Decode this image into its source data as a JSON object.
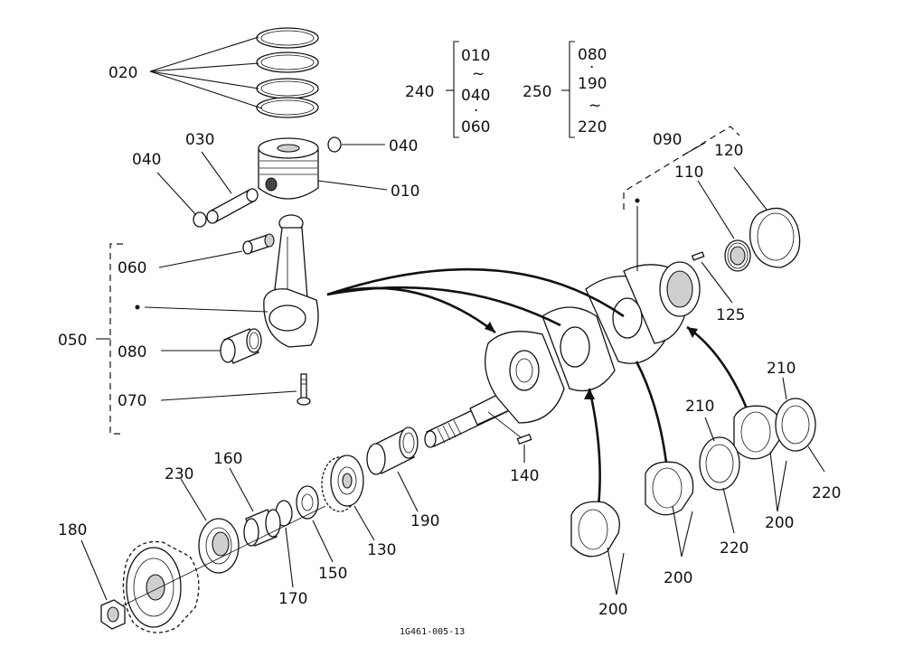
{
  "labels": {
    "p010": "010",
    "p020": "020",
    "p030": "030",
    "p040_left": "040",
    "p040_right": "040",
    "p050": "050",
    "p060": "060",
    "p070": "070",
    "p080": "080",
    "p090": "090",
    "p110": "110",
    "p120": "120",
    "p125": "125",
    "p130": "130",
    "p140": "140",
    "p150": "150",
    "p160": "160",
    "p170": "170",
    "p180": "180",
    "p190": "190",
    "p200_a": "200",
    "p200_b": "200",
    "p200_c": "200",
    "p210_a": "210",
    "p210_b": "210",
    "p220_a": "220",
    "p220_b": "220",
    "p230": "230"
  },
  "sets": {
    "set240": {
      "label": "240",
      "items": [
        "010",
        "~",
        "040",
        "·",
        "060"
      ]
    },
    "set250": {
      "label": "250",
      "items": [
        "080",
        "·",
        "190",
        "~",
        "220"
      ]
    }
  },
  "caption": "1G461-005-13"
}
